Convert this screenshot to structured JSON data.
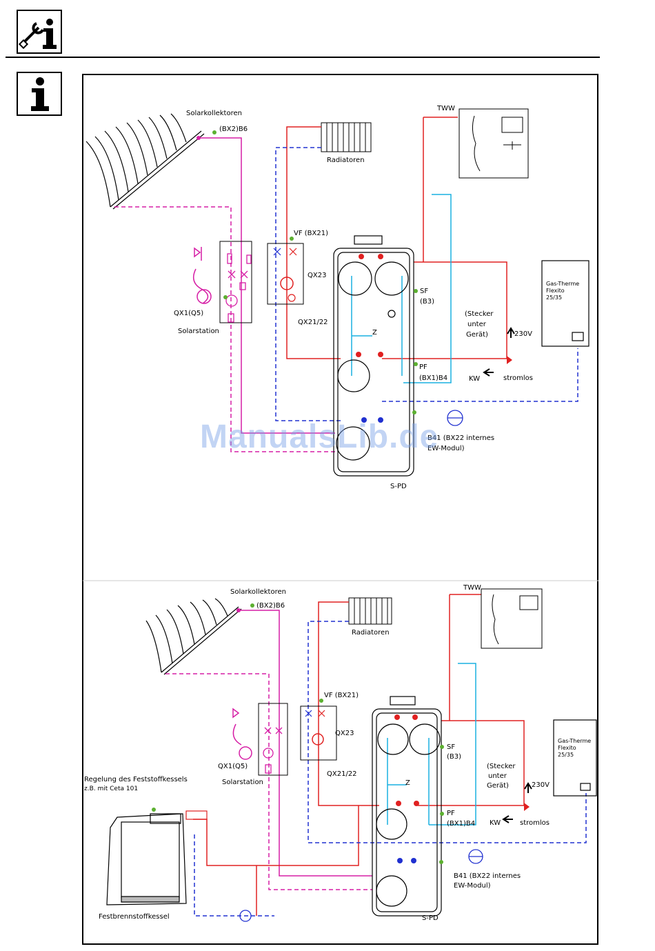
{
  "header": {
    "icons": [
      "wrench-info-icon",
      "info-icon"
    ]
  },
  "watermark": "ManualsLib.de",
  "colors": {
    "solar": "#d61ea5",
    "heating_supply": "#e02020",
    "heating_return": "#2030d0",
    "cold_water": "#18b0e0",
    "sensor": "#5cb030"
  },
  "diagram_top": {
    "labels": {
      "collectors": "Solarkollektoren",
      "sensor_collector": "(BX2)B6",
      "radiators": "Radiatoren",
      "tww": "TWW",
      "vf": "VF (BX21)",
      "qx23": "QX23",
      "qx21": "QX21/22",
      "qx1": "QX1(Q5)",
      "solarstation": "Solarstation",
      "sf": "SF",
      "b3": "(B3)",
      "plug_1": "(Stecker",
      "plug_2": "unter",
      "plug_3": "Gerät)",
      "v230": "230V",
      "gas_1": "Gas-Therme",
      "gas_2": "Flexito",
      "gas_3": "25/35",
      "z": "Z",
      "pf": "PF",
      "bx1b4": "(BX1)B4",
      "kw": "KW",
      "stromlos": "stromlos",
      "b41_1": "B41 (BX22 internes",
      "b41_2": "EW-Modul)",
      "spd": "S-PD"
    }
  },
  "diagram_bottom": {
    "labels": {
      "collectors": "Solarkollektoren",
      "sensor_collector": "(BX2)B6",
      "radiators": "Radiatoren",
      "tww": "TWW",
      "vf": "VF (BX21)",
      "qx23": "QX23",
      "qx21": "QX21/22",
      "qx1": "QX1(Q5)",
      "solarstation": "Solarstation",
      "sf": "SF",
      "b3": "(B3)",
      "plug_1": "(Stecker",
      "plug_2": "unter",
      "plug_3": "Gerät)",
      "v230": "230V",
      "gas_1": "Gas-Therme",
      "gas_2": "Flexito",
      "gas_3": "25/35",
      "z": "Z",
      "pf": "PF",
      "bx1b4": "(BX1)B4",
      "kw": "KW",
      "stromlos": "stromlos",
      "b41_1": "B41 (BX22 internes",
      "b41_2": "EW-Modul)",
      "spd": "S-PD",
      "boiler_ctrl_1": "Regelung des Feststoffkessels",
      "boiler_ctrl_2": "z.B. mit Ceta 101",
      "boiler": "Festbrennstoffkessel"
    }
  }
}
